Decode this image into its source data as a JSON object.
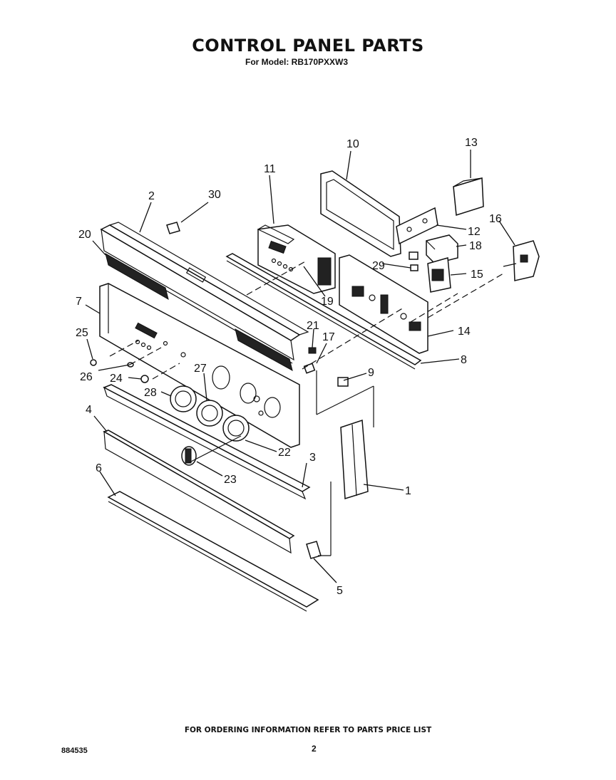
{
  "header": {
    "title": "CONTROL PANEL PARTS",
    "subtitle": "For Model: RB170PXXW3"
  },
  "callouts": {
    "p1": "1",
    "p2": "2",
    "p3": "3",
    "p4": "4",
    "p5": "5",
    "p6": "6",
    "p7": "7",
    "p8": "8",
    "p9": "9",
    "p10": "10",
    "p11": "11",
    "p12": "12",
    "p13": "13",
    "p14": "14",
    "p15": "15",
    "p16": "16",
    "p17": "17",
    "p18": "18",
    "p19": "19",
    "p20": "20",
    "p21": "21",
    "p22": "22",
    "p23": "23",
    "p24": "24",
    "p25": "25",
    "p26": "26",
    "p27": "27",
    "p28": "28",
    "p29": "29",
    "p30": "30"
  },
  "footer": {
    "note": "FOR ORDERING INFORMATION REFER TO PARTS PRICE LIST",
    "doc_number": "884535",
    "page_number": "2"
  }
}
